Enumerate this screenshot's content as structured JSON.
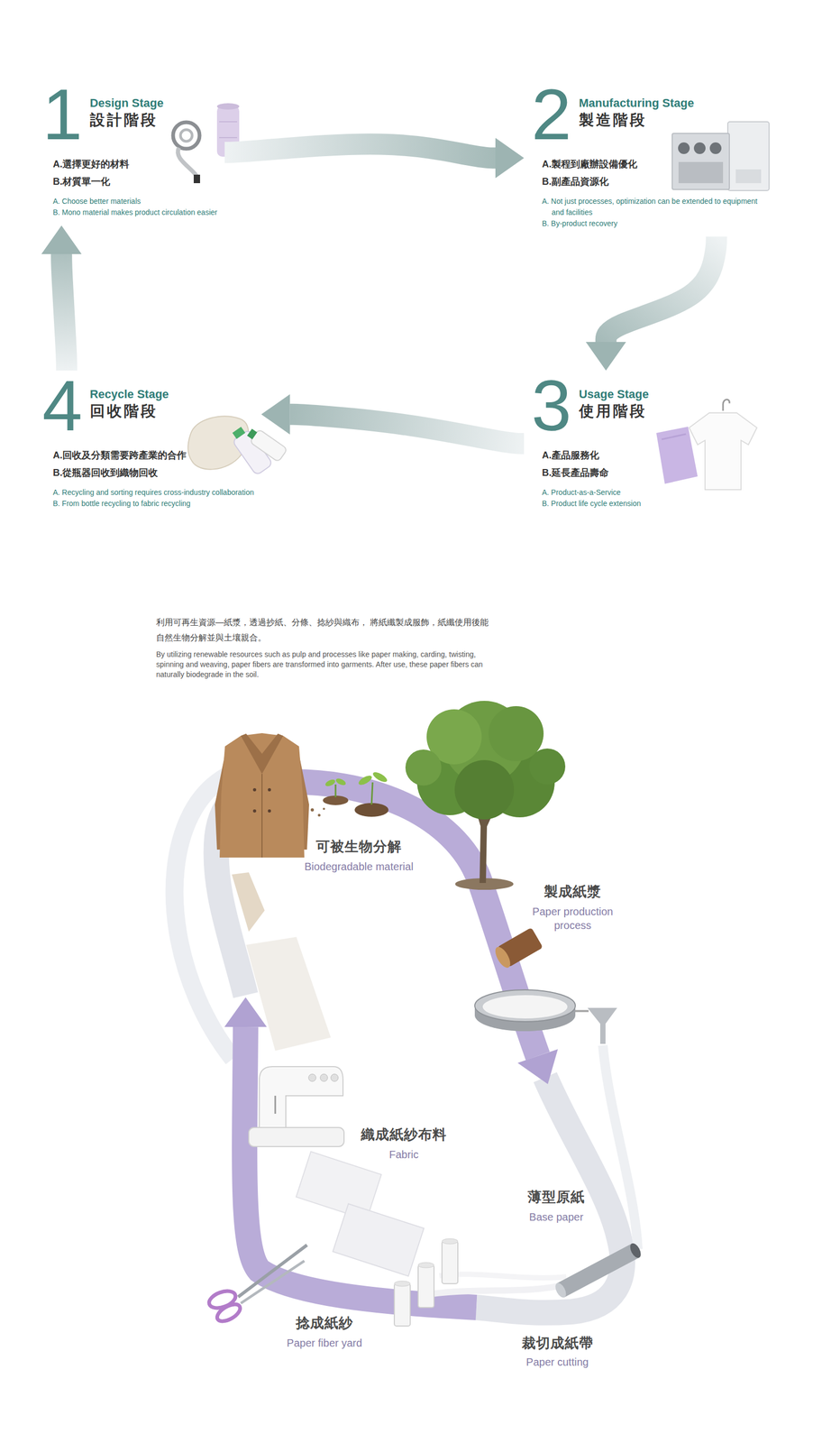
{
  "diagram": {
    "nodes": [
      {
        "text": [
          "1",
          "Design Stage",
          "設計階段",
          "A.選擇更好的材料",
          "B.材質單一化",
          "A. Choose better materials",
          "B. Mono material makes product circulation easier"
        ]
      },
      {
        "text": [
          "2",
          "Manufacturing Stage",
          "製造階段",
          "A.製程到廠辦設備優化",
          "B.副產品資源化",
          "A. Not just processes, optimization can be extended to equipment and facilities",
          "B. By-product recovery"
        ]
      },
      {
        "text": [
          "3",
          "Usage Stage",
          "使用階段",
          "A.產品服務化",
          "B.延長產品壽命",
          "A. Product-as-a-Service",
          "B. Product life cycle extension"
        ]
      },
      {
        "text": [
          "4",
          "Recycle Stage",
          "回收階段",
          "A.回收及分類需要跨產業的合作",
          "B.從瓶器回收到織物回收",
          "A. Recycling and sorting requires cross-industry collaboration",
          "B. From bottle recycling to fabric recycling"
        ]
      }
    ],
    "edges": [
      {
        "from": 0,
        "to": 1,
        "arrow": "to"
      },
      {
        "from": 1,
        "to": 2,
        "arrow": "to"
      },
      {
        "from": 2,
        "to": 3,
        "arrow": "to"
      },
      {
        "from": 3,
        "to": 0,
        "arrow": "to"
      }
    ],
    "labels": [
      "利用可再生資源—紙漿，透過抄紙、分條、捻紗與織布， 將紙纖製成服飾，紙纖使用後能自然生物分解並與土壤親合。",
      "By utilizing renewable resources such as pulp and processes like paper making, carding, twisting, spinning and weaving, paper fibers are transformed into garments. After use, these paper fibers can naturally biodegrade in the soil.",
      "可被生物分解",
      "Biodegradable material",
      "製成紙漿",
      "Paper production process",
      "薄型原紙",
      "Base paper",
      "裁切成紙帶",
      "Paper cutting",
      "捻成紙紗",
      "Paper fiber yard",
      "織成紙紗布料",
      "Fabric"
    ]
  }
}
